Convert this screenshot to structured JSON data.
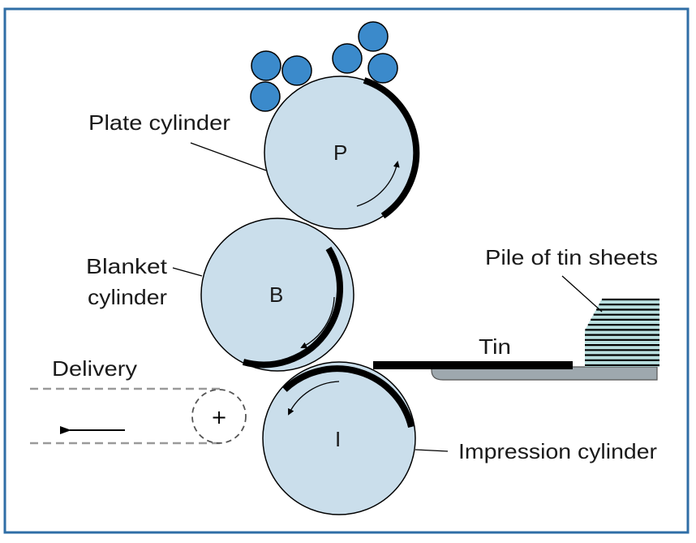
{
  "title": "Offset printing on tin sheets",
  "colors": {
    "frame": "#2f6ea6",
    "cylinder_fill": "#cadeeb",
    "ink_roller_fill": "#3b8acb",
    "sheet_pile_fill": "#b9dfdf",
    "tray_fill": "#9ea8ae",
    "blanket_band": "#000000",
    "delivery_dash": "#9a9a9a"
  },
  "labels": {
    "plate_cylinder": "Plate cylinder",
    "blanket_line1": "Blanket",
    "blanket_line2": "cylinder",
    "pile": "Pile of tin sheets",
    "tin": "Tin",
    "delivery": "Delivery",
    "impression_cylinder": "Impression cylinder"
  },
  "cylinders": [
    {
      "id": "plate",
      "letter": "P",
      "rotation": "counter-clockwise"
    },
    {
      "id": "blanket",
      "letter": "B",
      "rotation": "clockwise"
    },
    {
      "id": "impression",
      "letter": "I",
      "rotation": "counter-clockwise"
    }
  ],
  "ink_rollers_count": 6,
  "sheet_pile_count": 14,
  "delivery": {
    "pulley_symbol": "+",
    "direction": "left"
  }
}
